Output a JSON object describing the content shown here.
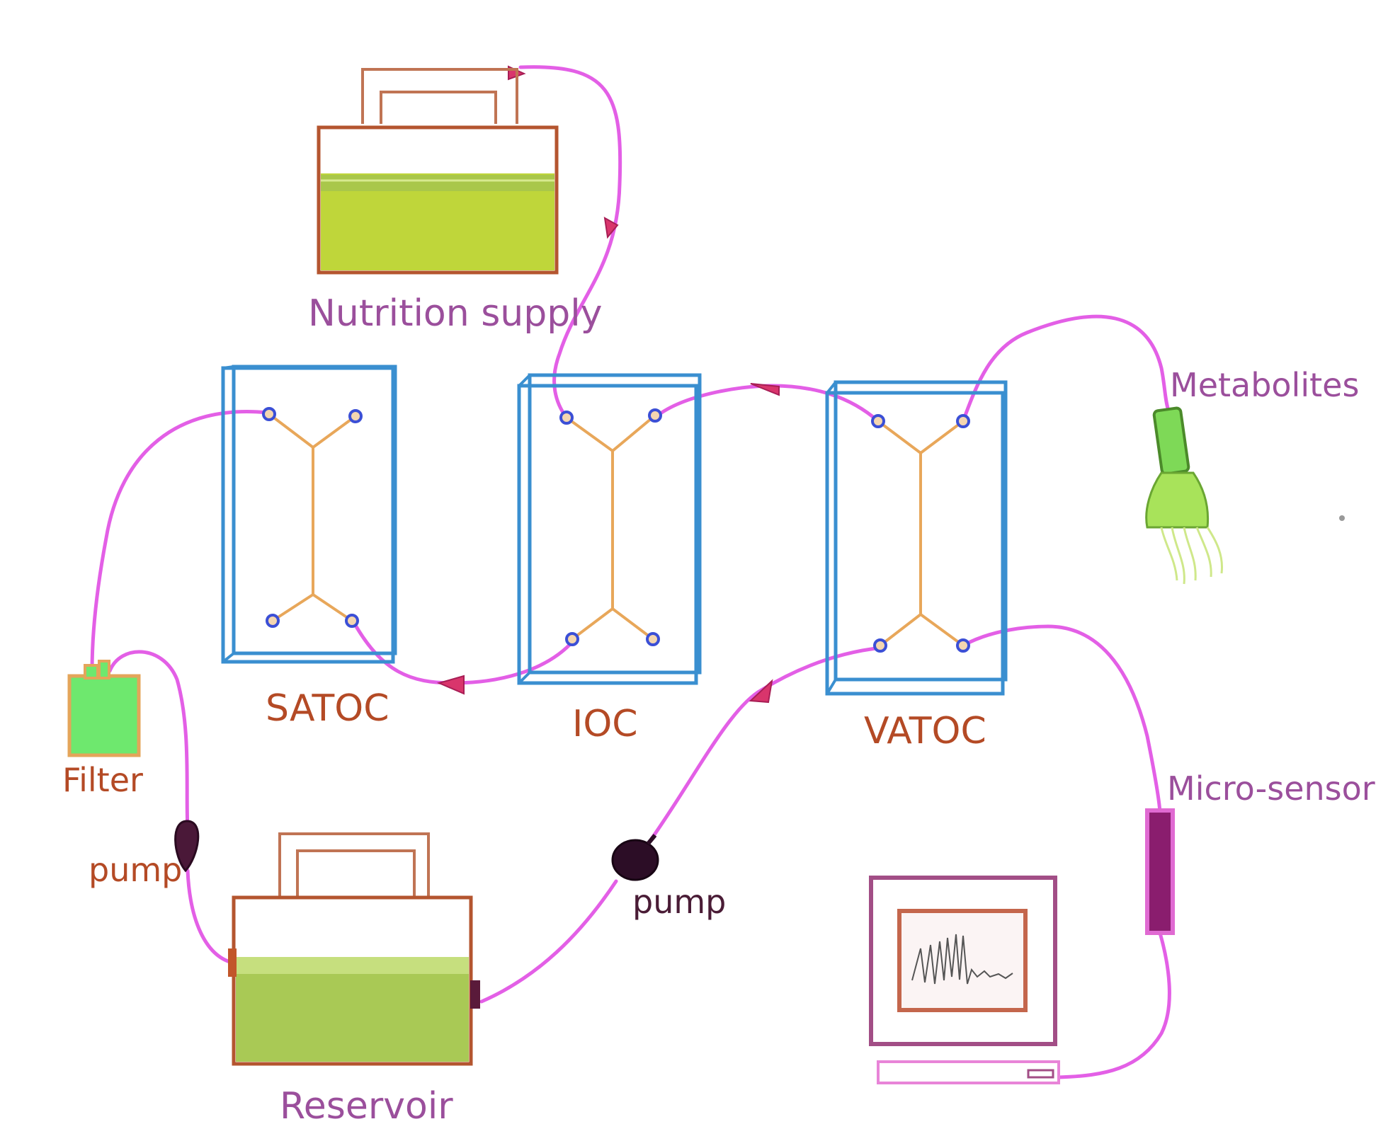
{
  "labels": {
    "nutrition_supply": "Nutrition supply",
    "satoc": "SATOC",
    "ioc": "IOC",
    "vatoc": "VATOC",
    "metabolites": "Metabolites",
    "filter": "Filter",
    "pump_left": "pump",
    "pump_right": "pump",
    "reservoir": "Reservoir",
    "micro_sensor": "Micro-sensor"
  },
  "icons": {
    "chip": "microfluidic-chip-icon",
    "container": "fluid-container-icon",
    "pump": "pump-bulb-icon",
    "filter": "filter-icon",
    "sensor": "micro-sensor-icon",
    "monitor": "computer-monitor-icon",
    "metabolite_collector": "metabolite-collector-icon"
  },
  "colors": {
    "tubing": "#e35fe6",
    "chip_frame": "#3a8fd0",
    "chip_channel": "#e8a75a",
    "port": "#3b4fd6",
    "container_frame": "#b4552f",
    "nutrient_fluid": "#bfd63a",
    "reservoir_fluid": "#a9c955",
    "flow_arrow": "#d9356c",
    "label_purple": "#9b4f9c",
    "label_brown": "#b44a25",
    "pump": "#4a1838",
    "filter_fill": "#6ee86e",
    "sensor_fill": "#8a1d6e",
    "monitor_frame": "#a24e86"
  }
}
